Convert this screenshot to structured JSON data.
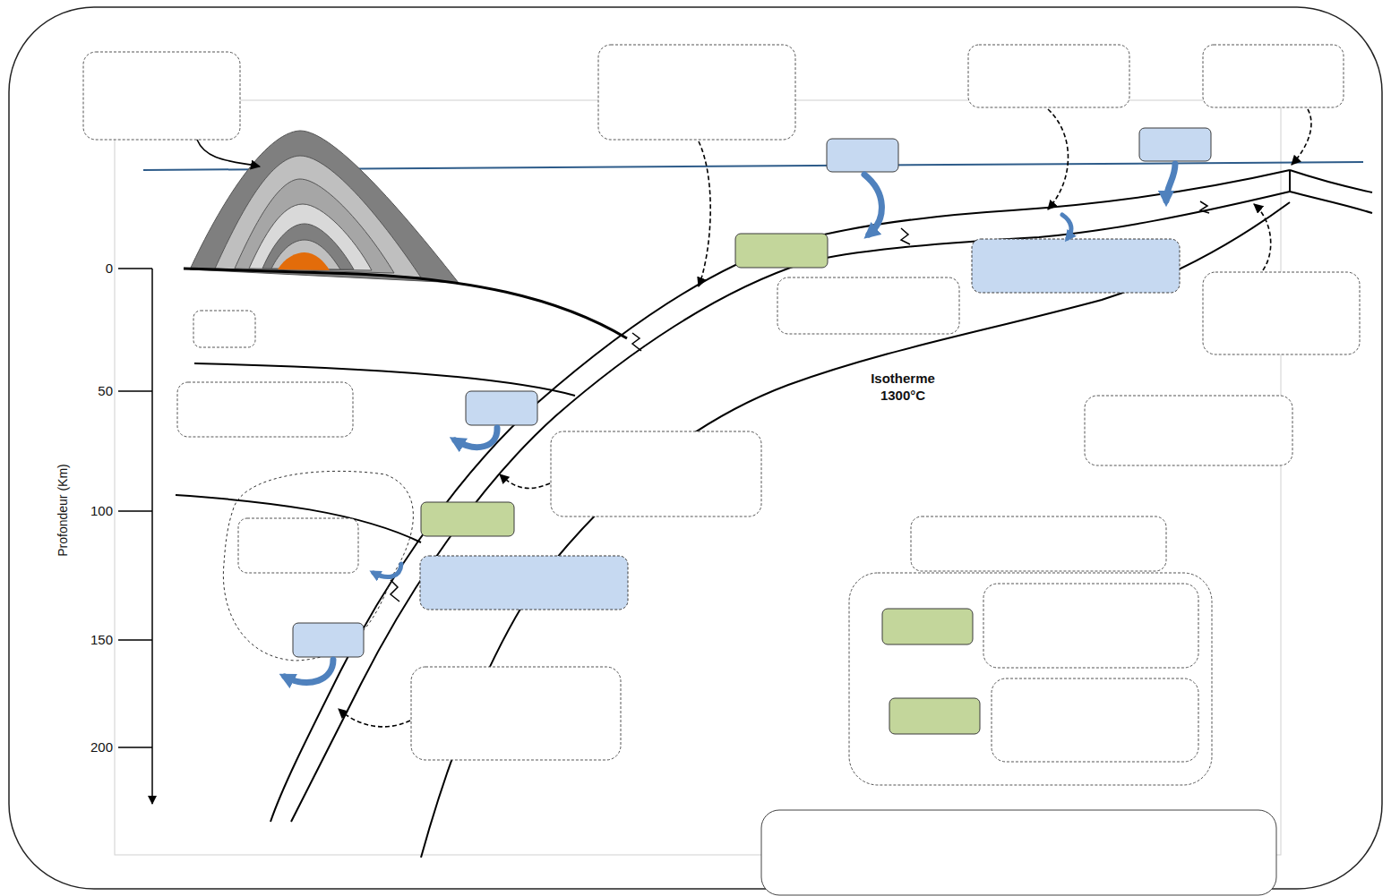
{
  "diagram": {
    "labels": [
      "0",
      "50",
      "100",
      "150",
      "200",
      "Profondeur (Km)",
      "Isotherme 1300°C"
    ]
  }
}
